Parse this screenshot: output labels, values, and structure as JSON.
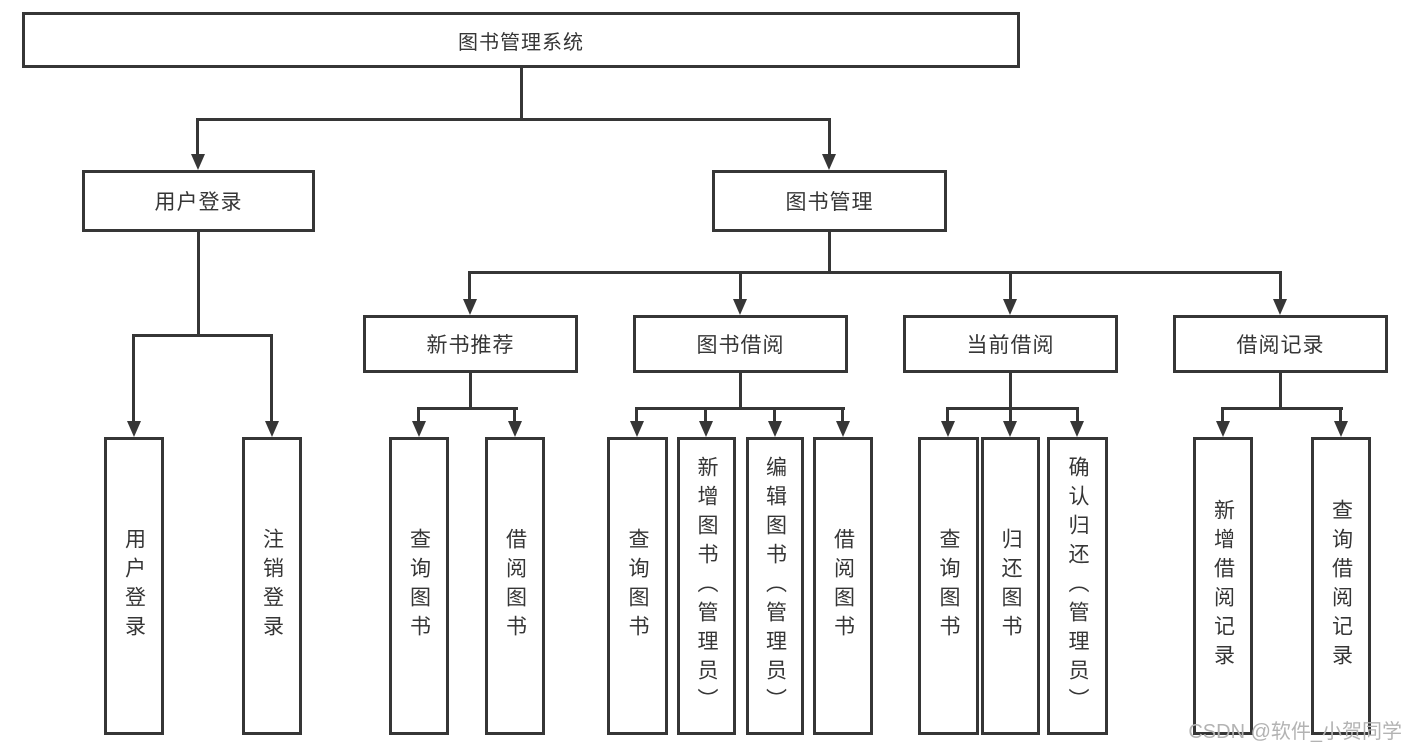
{
  "root": {
    "label": "图书管理系统"
  },
  "level2": [
    {
      "label": "用户登录"
    },
    {
      "label": "图书管理"
    }
  ],
  "level3": [
    {
      "label": "新书推荐"
    },
    {
      "label": "图书借阅"
    },
    {
      "label": "当前借阅"
    },
    {
      "label": "借阅记录"
    }
  ],
  "leaves": {
    "user_login": [
      {
        "label": "用户登录"
      },
      {
        "label": "注销登录"
      }
    ],
    "new_book": [
      {
        "label": "查询图书"
      },
      {
        "label": "借阅图书"
      }
    ],
    "book_borrow": [
      {
        "label": "查询图书"
      },
      {
        "label": "新增图书（管理员）"
      },
      {
        "label": "编辑图书（管理员）"
      },
      {
        "label": "借阅图书"
      }
    ],
    "current_borrow": [
      {
        "label": "查询图书"
      },
      {
        "label": "归还图书"
      },
      {
        "label": "确认归还（管理员）"
      }
    ],
    "borrow_record": [
      {
        "label": "新增借阅记录"
      },
      {
        "label": "查询借阅记录"
      }
    ]
  },
  "watermark": "CSDN @软件_小贺同学",
  "colors": {
    "line": "#363636",
    "text": "#363636",
    "watermark": "#b3b3b3",
    "background": "#ffffff"
  }
}
